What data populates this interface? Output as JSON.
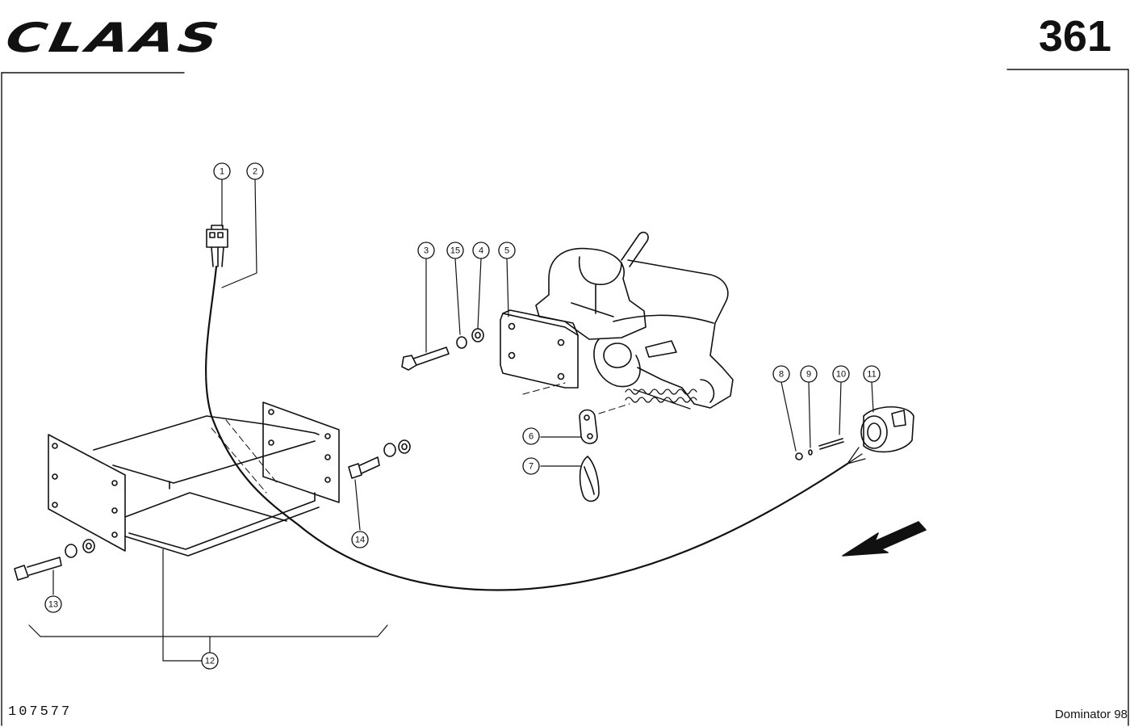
{
  "header": {
    "brand": "CLAAS",
    "page_number": "361"
  },
  "footer": {
    "doc_number": "107577",
    "model": "Dominator 98"
  },
  "callouts": [
    "1",
    "2",
    "3",
    "15",
    "4",
    "5",
    "6",
    "7",
    "8",
    "9",
    "10",
    "11",
    "14",
    "13",
    "12"
  ],
  "colors": {
    "ink": "#111111",
    "paper": "#ffffff"
  }
}
